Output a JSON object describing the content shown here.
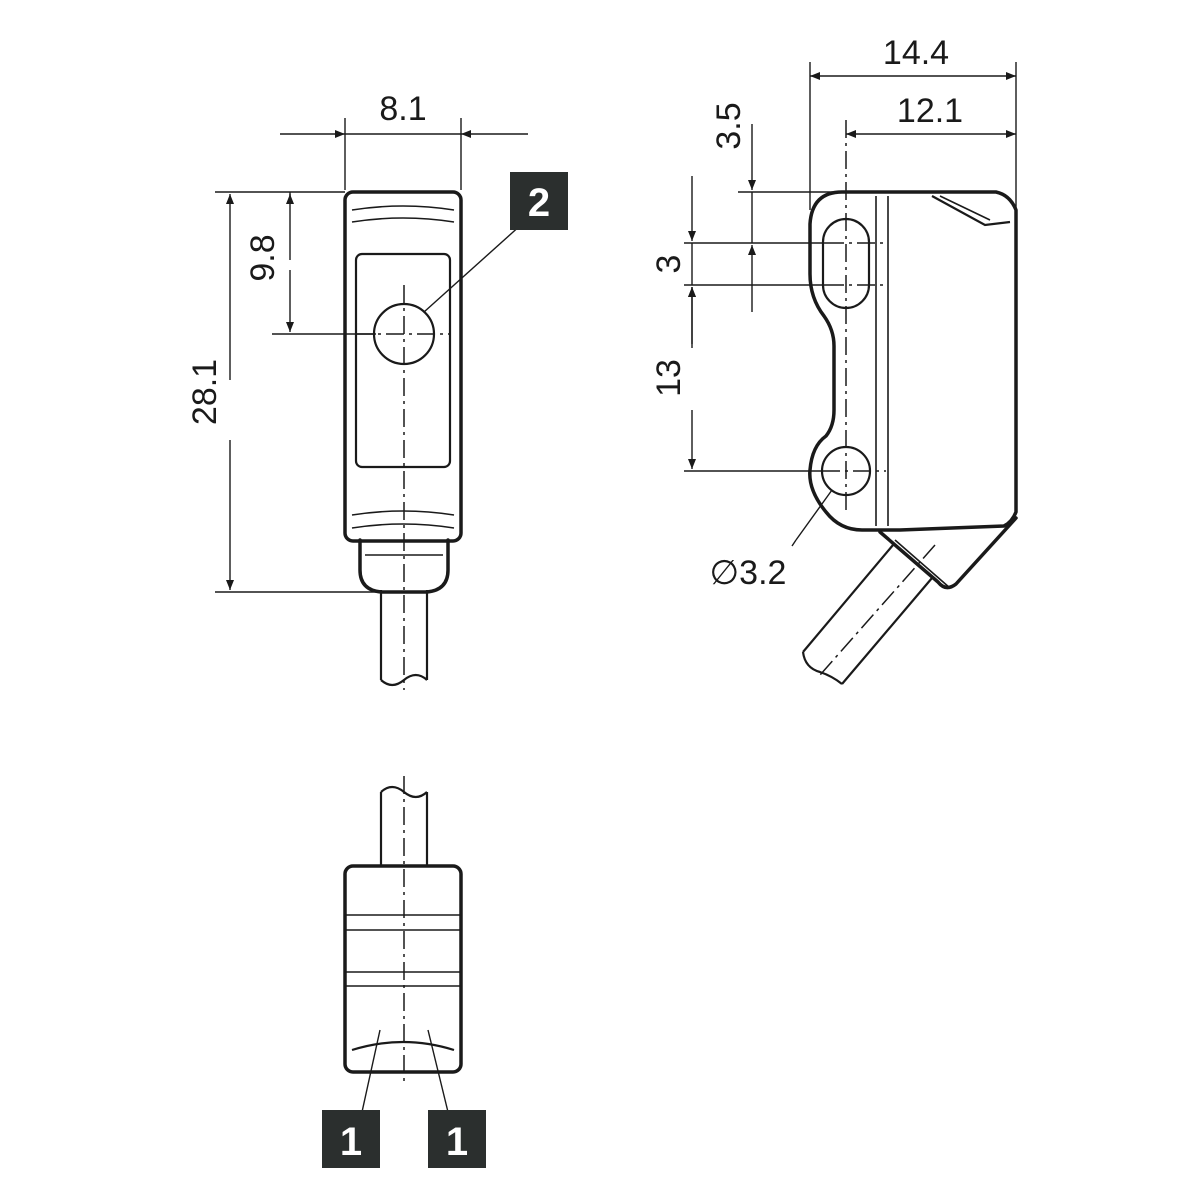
{
  "dimensions": {
    "front_width": "8.1",
    "front_hole_offset": "9.8",
    "front_height": "28.1",
    "side_overall_depth": "14.4",
    "side_hole_depth": "12.1",
    "side_top_offset": "3.5",
    "side_slot_length": "3",
    "side_hole_spacing": "13",
    "side_hole_diameter": "∅3.2"
  },
  "callouts": {
    "optical_window": "2",
    "indicator_left": "1",
    "indicator_right": "1"
  }
}
